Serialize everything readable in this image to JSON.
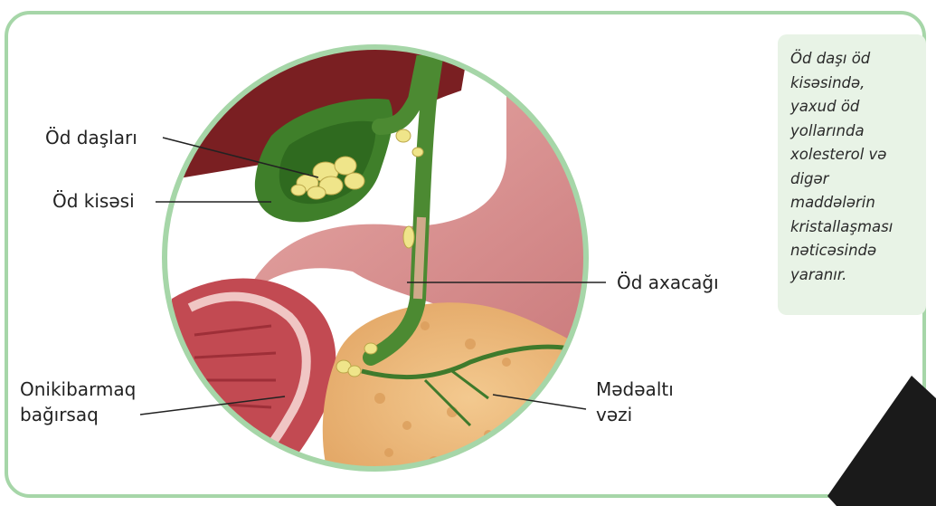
{
  "labels": {
    "gallstones": "Öd daşları",
    "gallbladder": "Öd kisəsi",
    "bile_duct": "Öd axacağı",
    "duodenum_line1": "Onikibarmaq",
    "duodenum_line2": "bağırsaq",
    "pancreas_line1": "Mədəaltı",
    "pancreas_line2": "vəzi"
  },
  "note": {
    "text": "Öd daşı öd\nkisəsində,\nyaxud öd\nyollarında\nxolesterol və\ndigər\nmaddələrin\nkristallaşması\nnəticəsində\nyaranır."
  },
  "colors": {
    "frame_border": "#a6d6a8",
    "note_background": "#e8f3e6",
    "watermark": "#1a1a1a"
  }
}
